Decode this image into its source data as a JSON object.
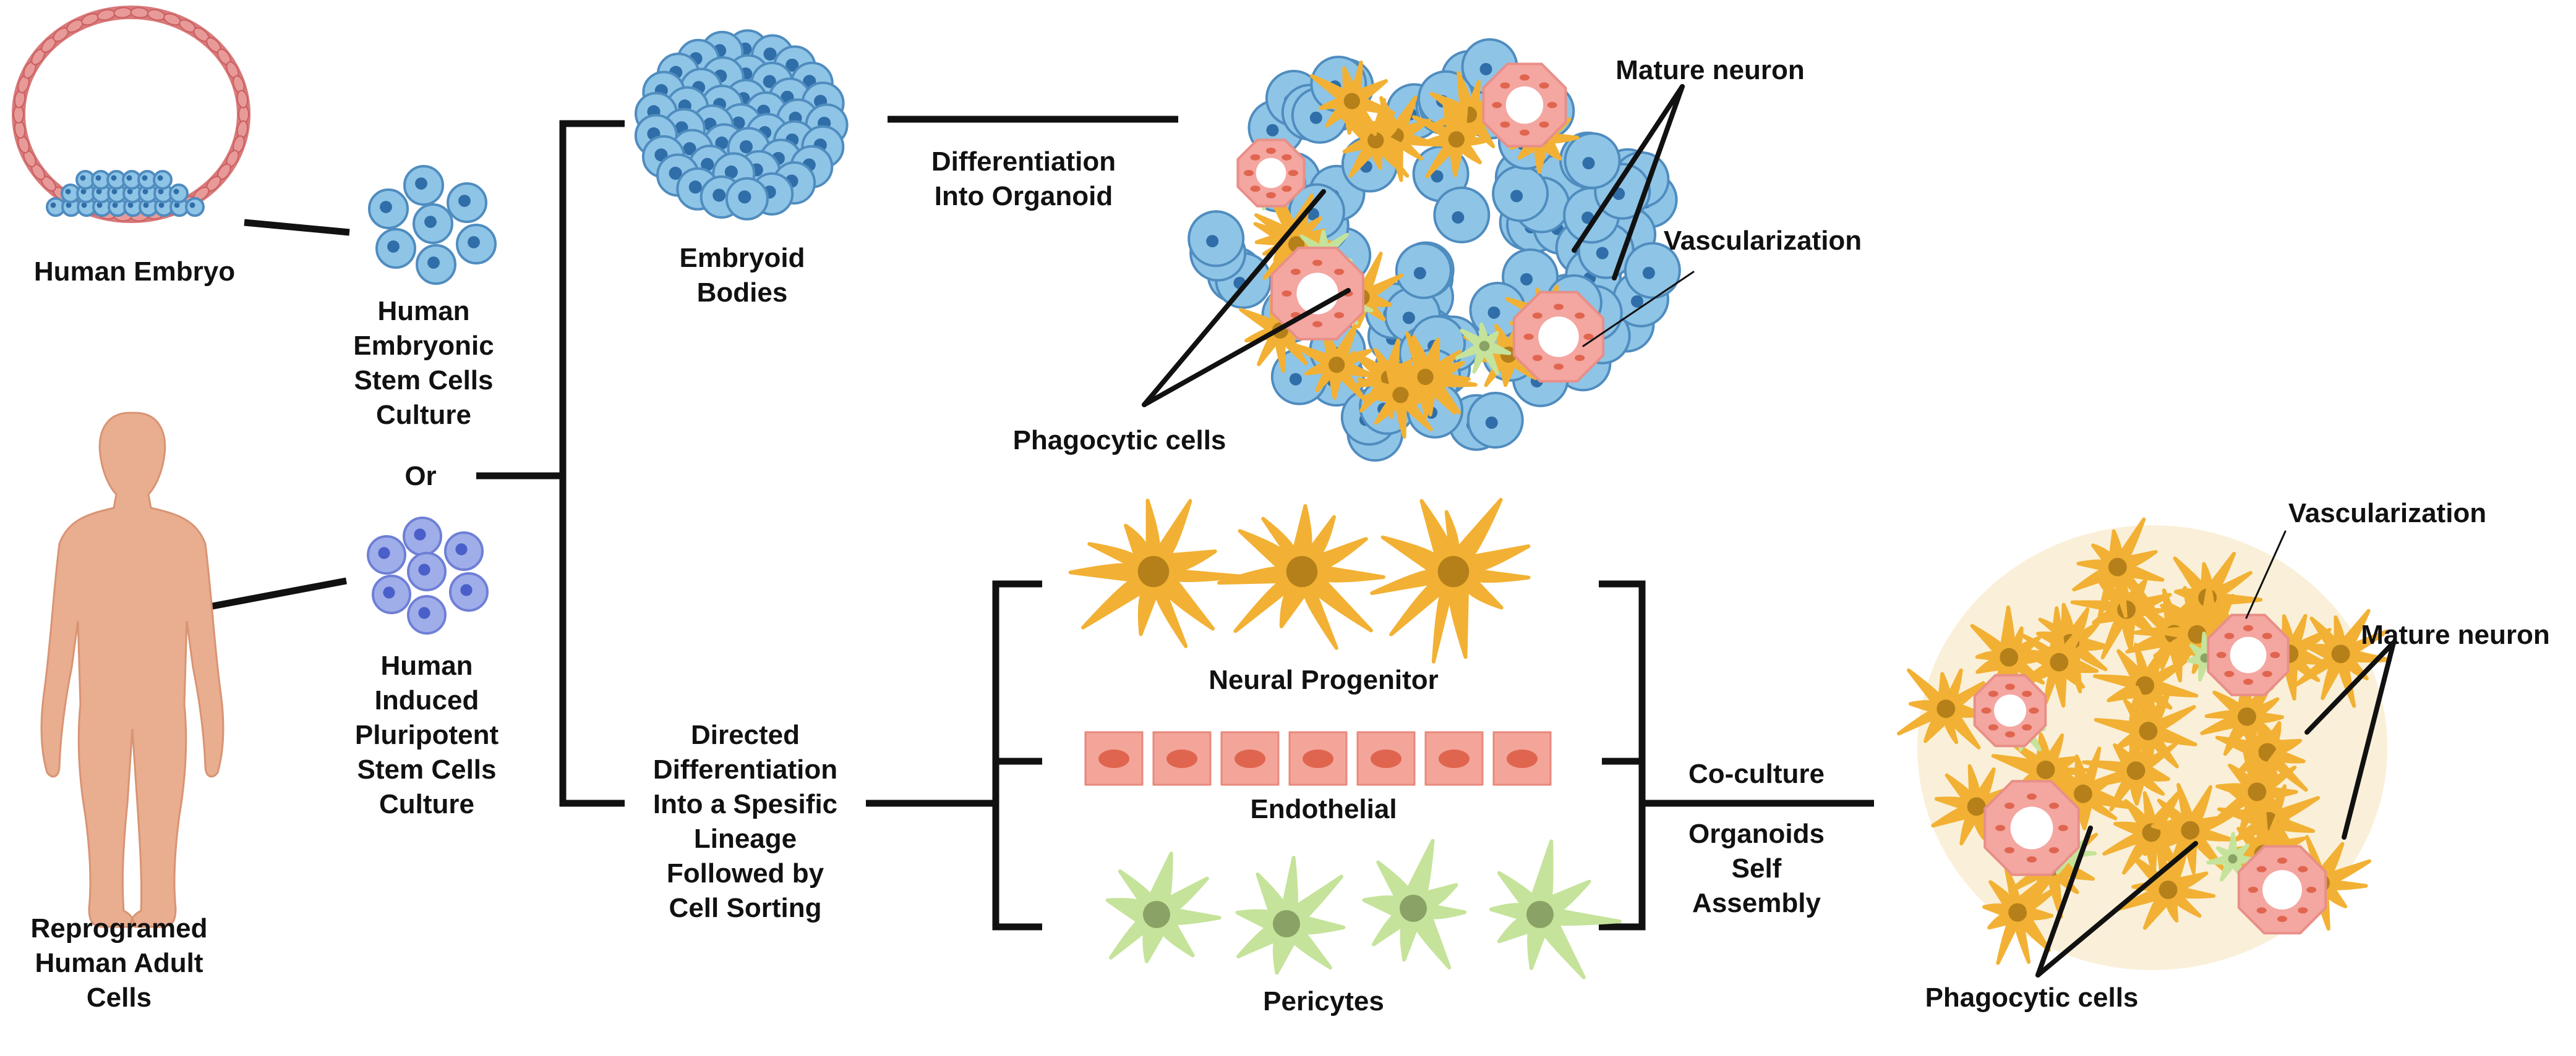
{
  "colors": {
    "embryo_membrane": "#d9797a",
    "embryo_cell": "#e89a98",
    "stem_cell": "#8ec4e6",
    "stem_cell_edge": "#4f8cbf",
    "stem_nucleus": "#2f6ea8",
    "ipsc_cell": "#9faee8",
    "ipsc_nucleus": "#4a5fc9",
    "human_body": "#e9ad8f",
    "neural_progenitor": "#f2b134",
    "neural_nucleus": "#b5801a",
    "endothelial": "#f3a59a",
    "endothelial_nucleus": "#e0654f",
    "pericyte": "#c5e39a",
    "pericyte_nucleus": "#8aa265",
    "vessel": "#f4a6a0",
    "lines": "#111111"
  },
  "icons": {
    "embryo": "blastocyst-icon",
    "esc": "stem-cell-cluster-icon",
    "ipsc": "ipsc-cluster-icon",
    "adult": "human-body-icon",
    "embryoid": "embryoid-body-icon",
    "organoid_top": "organoid-icon",
    "organoid_bottom": "self-assembled-organoid-icon",
    "neural": "neural-progenitor-icon",
    "endothelial": "endothelial-cell-icon",
    "pericyte": "pericyte-icon"
  },
  "labels": {
    "human_embryo": "Human Embryo",
    "esc_culture": [
      "Human",
      "Embryonic",
      "Stem Cells",
      "Culture"
    ],
    "or": "Or",
    "adult_cells": [
      "Reprogramed",
      "Human Adult",
      "Cells"
    ],
    "ipsc_culture": [
      "Human",
      "Induced",
      "Pluripotent",
      "Stem Cells",
      "Culture"
    ],
    "embryoid_bodies": [
      "Embryoid",
      "Bodies"
    ],
    "diff_organoid": [
      "Differentiation",
      "Into Organoid"
    ],
    "mature_neuron_top": "Mature neuron",
    "vascularization_top": "Vascularization",
    "phagocytic_top": "Phagocytic cells",
    "directed_diff": [
      "Directed",
      "Differentiation",
      "Into a Spesific",
      "Lineage",
      "Followed by",
      "Cell Sorting"
    ],
    "neural_progenitor": "Neural Progenitor",
    "endothelial": "Endothelial",
    "pericytes": "Pericytes",
    "co_culture": "Co-culture",
    "self_assembly": [
      "Organoids",
      "Self",
      "Assembly"
    ],
    "vascularization_bottom": "Vascularization",
    "mature_neuron_bottom": "Mature neuron",
    "phagocytic_bottom": "Phagocytic cells"
  }
}
